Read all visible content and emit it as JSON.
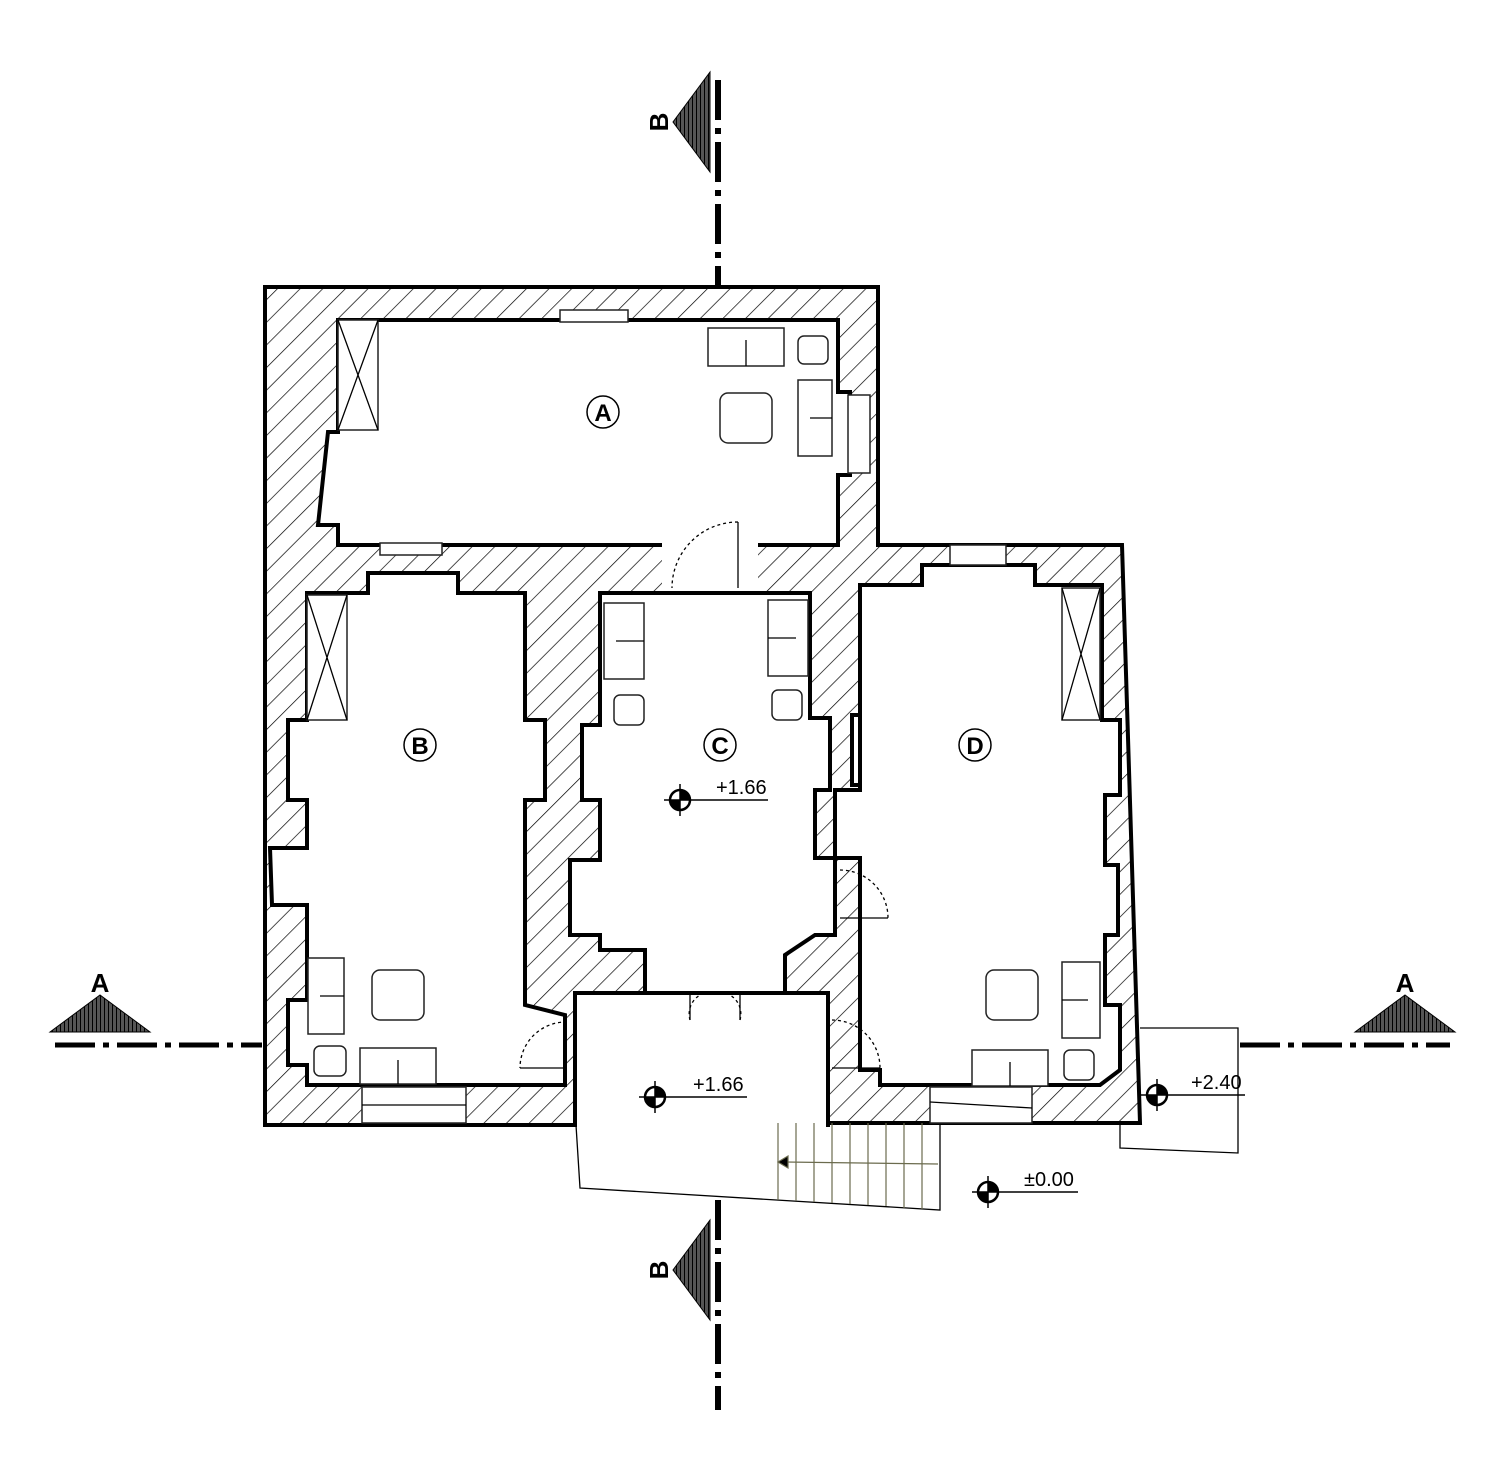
{
  "rooms": {
    "a": "A",
    "b": "B",
    "c": "C",
    "d": "D"
  },
  "sections": {
    "a_left": "A",
    "a_right": "A",
    "b_top": "B",
    "b_bottom": "B"
  },
  "elevations": {
    "room_c": "+1.66",
    "entrance": "+1.66",
    "right_terrace": "+2.40",
    "ground": "±0.00"
  },
  "colors": {
    "line": "#000000",
    "stair": "#6b6b4e",
    "background": "#ffffff"
  }
}
